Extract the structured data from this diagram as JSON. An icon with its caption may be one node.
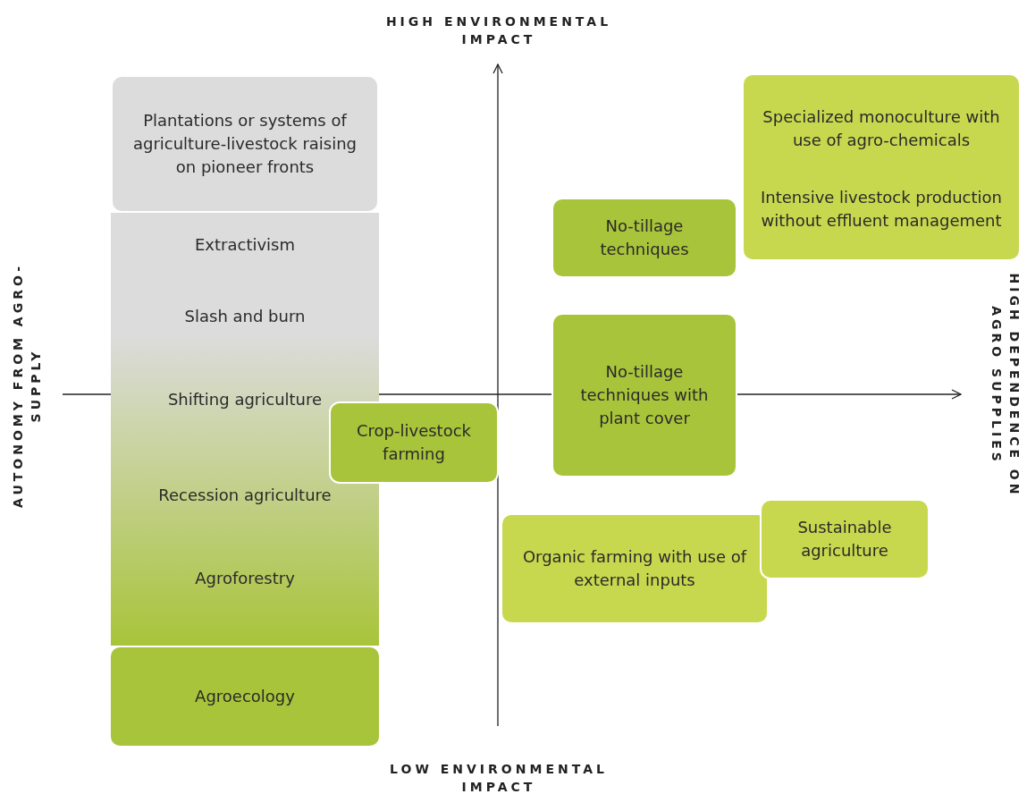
{
  "diagram": {
    "nodes": [
      {
        "text": [
          "Plantations or systems of agriculture-livestock raising on pioneer fronts"
        ]
      },
      {
        "text": [
          "Extractivism",
          "Slash and burn",
          "Shifting agriculture",
          "Recession agriculture",
          "Agroforestry"
        ]
      },
      {
        "text": [
          "Agroecology"
        ]
      },
      {
        "text": [
          "Specialized monoculture with use of agro-chemicals",
          "Intensive livestock production without effluent management"
        ]
      },
      {
        "text": [
          "No-tillage techniques"
        ]
      },
      {
        "text": [
          "No-tillage techniques with plant cover"
        ]
      },
      {
        "text": [
          "Crop-livestock farming"
        ]
      },
      {
        "text": [
          "Organic farming with use of external inputs"
        ]
      },
      {
        "text": [
          "Sustainable agriculture"
        ]
      }
    ],
    "labels": [
      "HIGH ENVIRONMENTAL IMPACT",
      "AUTONOMY FROM AGRO-SUPPLY",
      "HIGH DEPENDENCE ON AGRO SUPPLIES",
      "LOW ENVIRONMENTAL IMPACT"
    ]
  }
}
